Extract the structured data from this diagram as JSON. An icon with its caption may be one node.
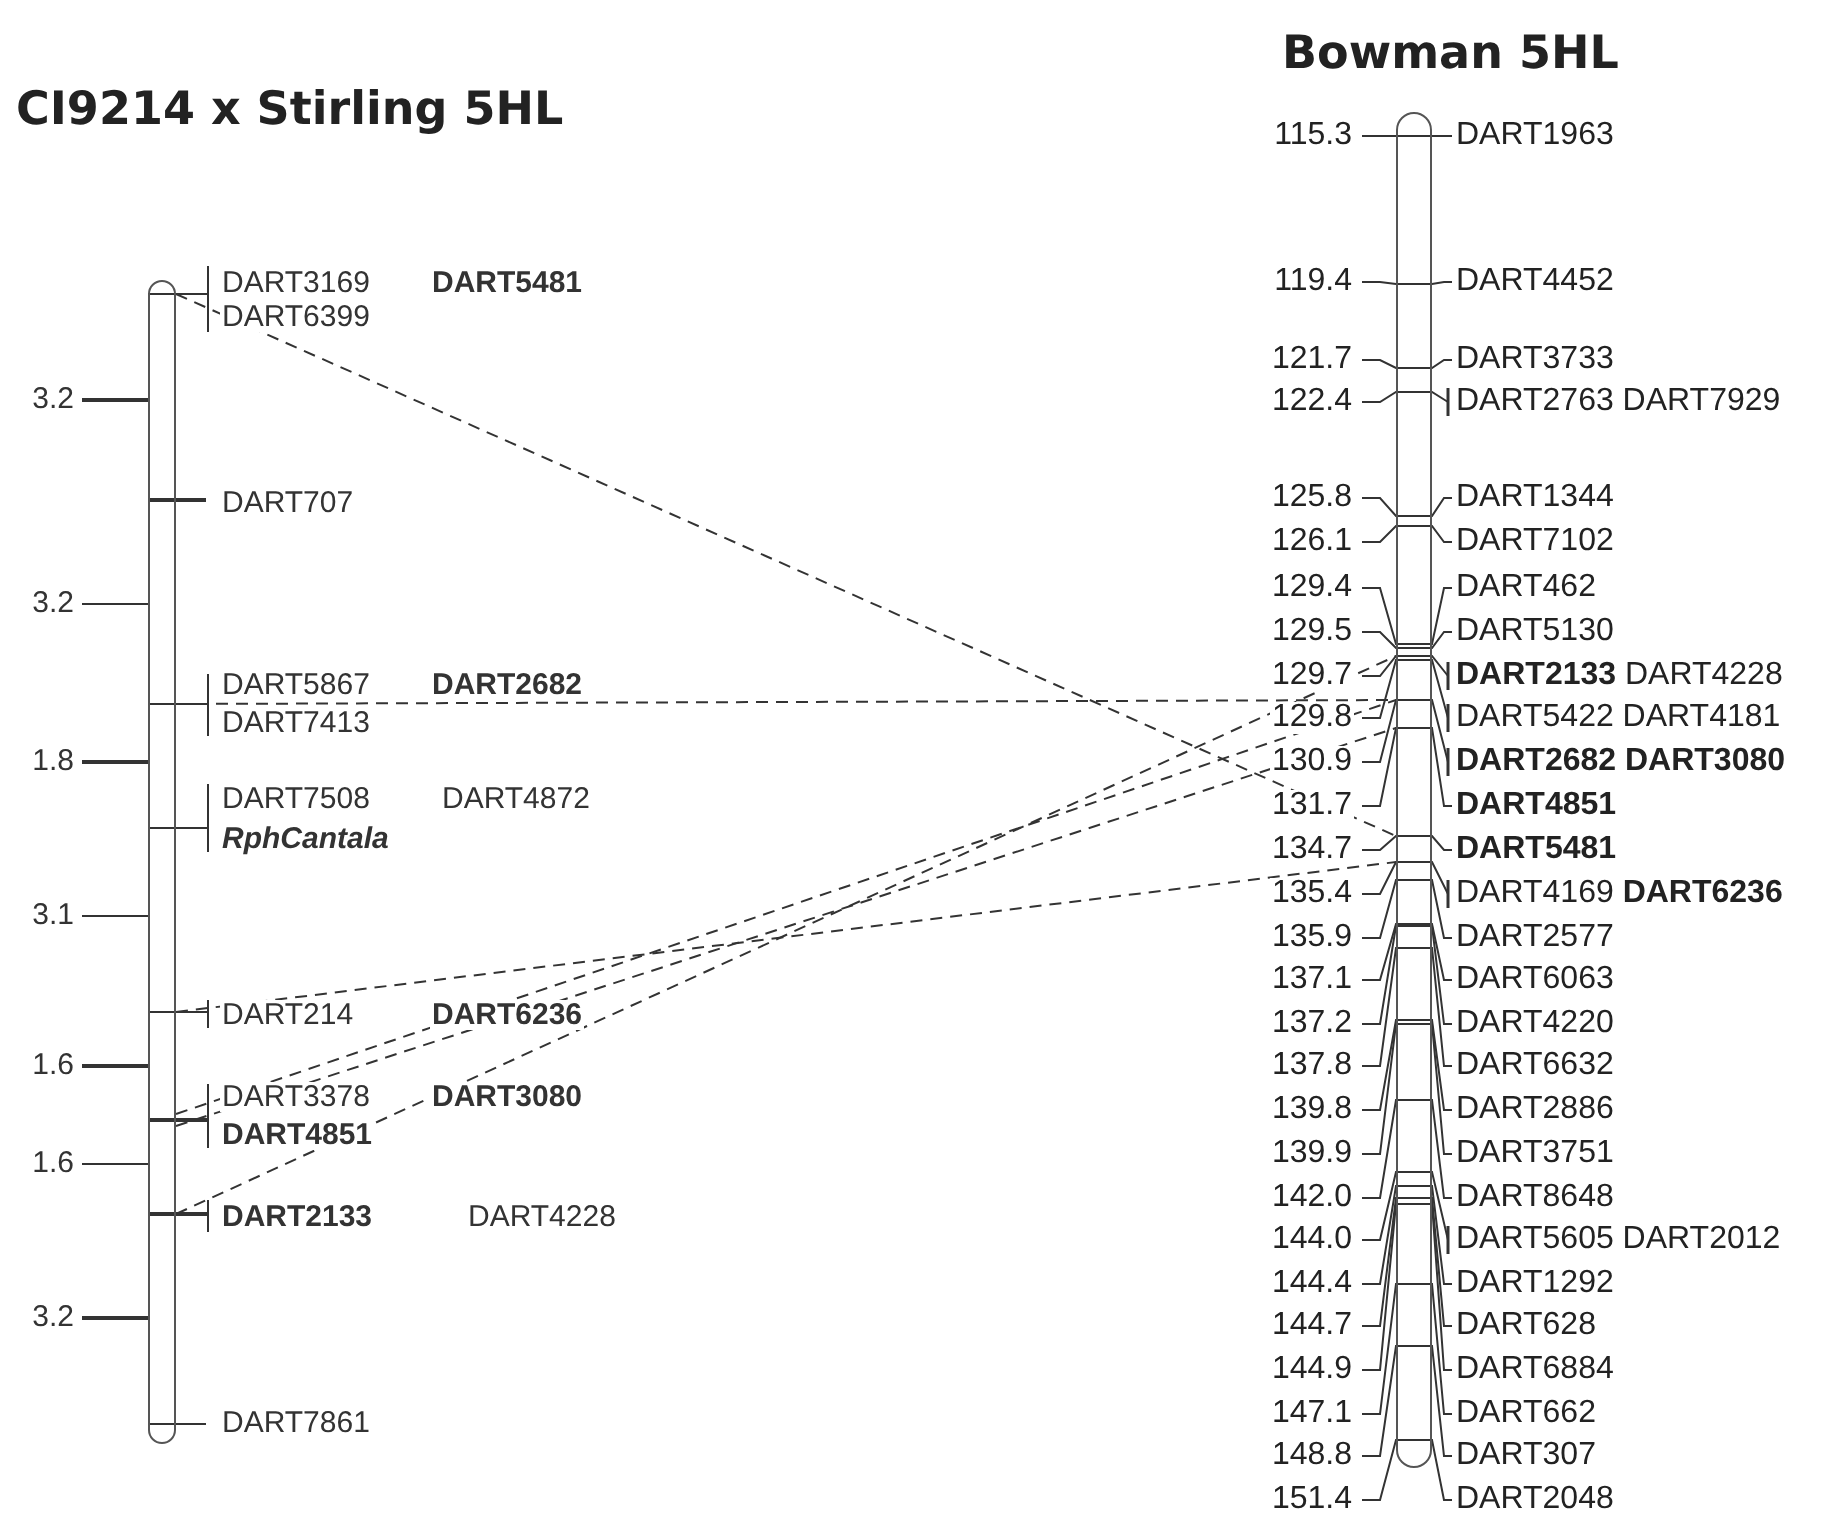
{
  "diagram": {
    "nodes": [
      {
        "text": [],
        "shape": "bar"
      },
      {
        "text": [],
        "shape": "bar"
      }
    ],
    "edges": [
      {
        "from": 0,
        "to": 1,
        "arrow": "none",
        "style": "dashed"
      },
      {
        "from": 0,
        "to": 1,
        "arrow": "none",
        "style": "dashed"
      },
      {
        "from": 0,
        "to": 1,
        "arrow": "none",
        "style": "dashed"
      },
      {
        "from": 0,
        "to": 1,
        "arrow": "none",
        "style": "dashed"
      },
      {
        "from": 0,
        "to": 1,
        "arrow": "none",
        "style": "dashed"
      },
      {
        "from": 0,
        "to": 1,
        "arrow": "none",
        "style": "dashed"
      }
    ],
    "labels": [
      "CI9214 x Stirling 5HL",
      "Bowman 5HL",
      "DART3169",
      "DART5481",
      "DART6399",
      "3.2",
      "DART707",
      "3.2",
      "DART5867",
      "DART2682",
      "DART7413",
      "1.8",
      "DART7508",
      "DART4872",
      "RphCantala",
      "3.1",
      "DART214",
      "DART6236",
      "1.6",
      "DART3378",
      "DART3080",
      "DART4851",
      "1.6",
      "DART2133",
      "DART4228",
      "3.2",
      "DART7861",
      "115.3",
      "DART1963",
      "119.4",
      "DART4452",
      "121.7",
      "DART3733",
      "122.4",
      "DART2763 DART7929",
      "125.8",
      "DART1344",
      "126.1",
      "DART7102",
      "129.4",
      "DART462",
      "129.5",
      "DART5130",
      "129.7",
      "**DART2133** DART4228",
      "129.8",
      "DART5422 DART4181",
      "130.9",
      "DART2682 DART3080",
      "131.7",
      "DART4851",
      "134.7",
      "DART5481",
      "135.4",
      "DART4169 **DART6236**",
      "135.9",
      "DART2577",
      "137.1",
      "DART6063",
      "137.2",
      "DART4220",
      "137.8",
      "DART6632",
      "139.8",
      "DART2886",
      "139.9",
      "DART3751",
      "142.0",
      "DART8648",
      "144.0",
      "DART5605 DART2012",
      "144.4",
      "DART1292",
      "144.7",
      "DART628",
      "144.9",
      "DART6884",
      "147.1",
      "DART662",
      "148.8",
      "DART307",
      "151.4",
      "DART2048"
    ]
  }
}
